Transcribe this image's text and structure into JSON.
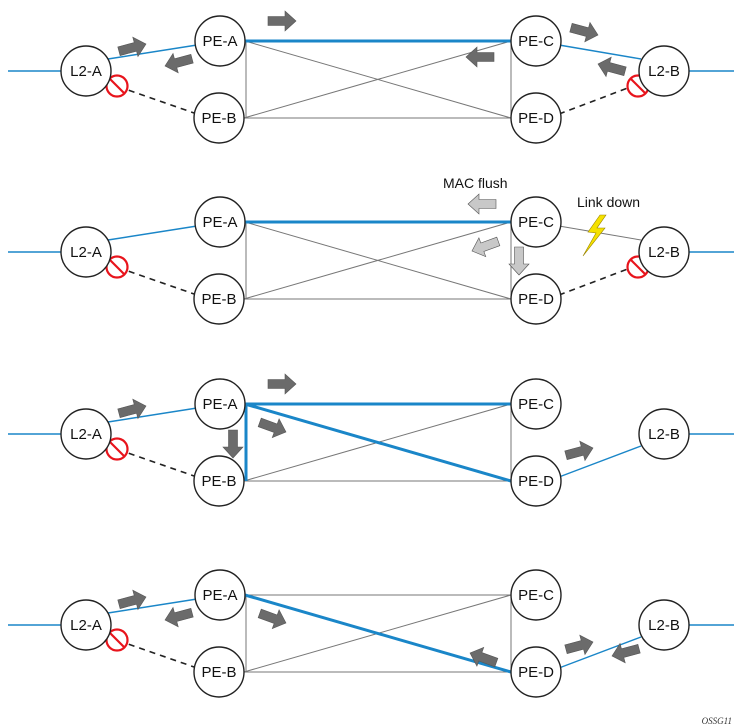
{
  "nodes": {
    "pe_a": "PE-A",
    "pe_b": "PE-B",
    "pe_c": "PE-C",
    "pe_d": "PE-D",
    "l2_a": "L2-A",
    "l2_b": "L2-B"
  },
  "annotations": {
    "mac_flush": "MAC flush",
    "link_down": "Link down"
  },
  "figure_id": "OSSG11",
  "colors": {
    "active_link": "#1a86c8",
    "standby_link": "#222222",
    "mesh_link": "#777777",
    "traffic_arrow": "#6b6b6b",
    "flush_arrow": "#c8c8c8",
    "blocked": "#e8141c",
    "lightning": "#f5e100"
  },
  "icons": {
    "blocked": "blocked-icon",
    "lightning": "lightning-icon",
    "arrow": "block-arrow-icon"
  }
}
